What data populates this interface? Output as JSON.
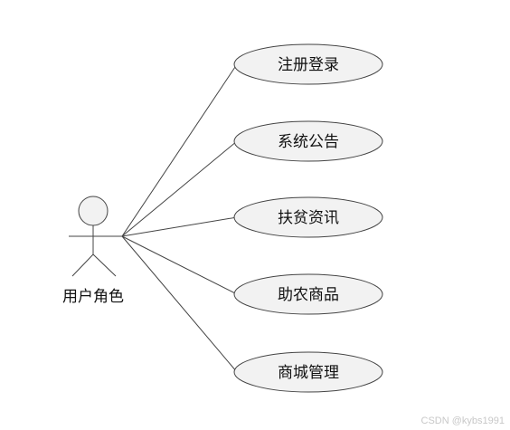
{
  "actor": {
    "label": "用户角色"
  },
  "use_cases": [
    {
      "label": "注册登录"
    },
    {
      "label": "系统公告"
    },
    {
      "label": "扶贫资讯"
    },
    {
      "label": "助农商品"
    },
    {
      "label": "商城管理"
    }
  ],
  "watermark": "CSDN @kybs1991"
}
